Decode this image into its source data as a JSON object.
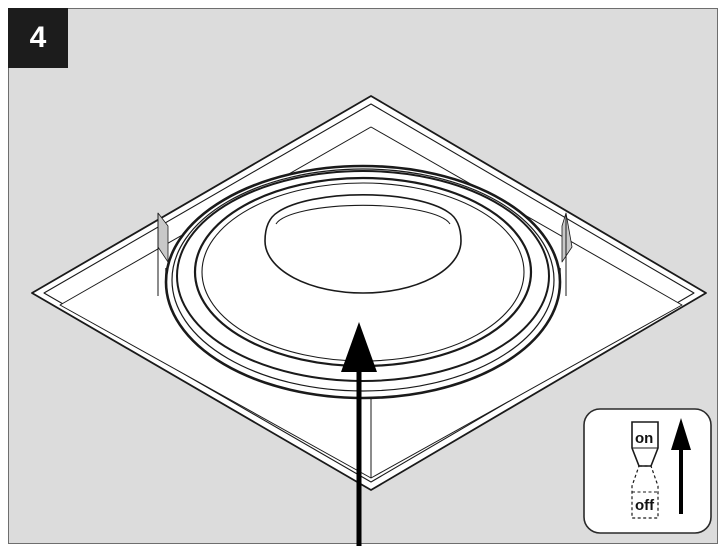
{
  "step": {
    "number": "4"
  },
  "switch_panel": {
    "on_label": "on",
    "off_label": "off",
    "icons": [
      "rocker-switch-icon",
      "arrow-up-icon"
    ]
  },
  "illustration": {
    "subject": "square-trimmed-recessed-downlight",
    "action_arrow_icon": "arrow-up-icon"
  },
  "colors": {
    "background": "#dcdcdc",
    "badge": "#1c1c1c",
    "badge_text": "#ffffff",
    "line": "#1a1a1a",
    "fill": "#ffffff"
  }
}
